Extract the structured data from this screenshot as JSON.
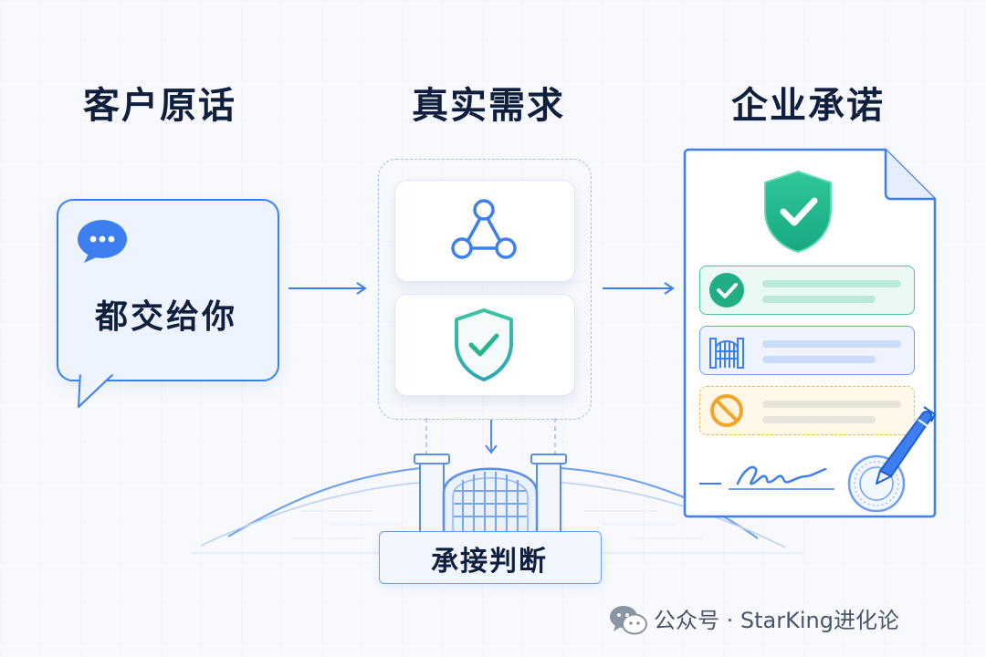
{
  "headers": {
    "customer_words": "客户原话",
    "real_need": "真实需求",
    "company_promise": "企业承诺"
  },
  "speech_bubble": {
    "text": "都交给你",
    "icon": "chat-bubble-icon"
  },
  "need_cards": [
    {
      "icon": "network-icon"
    },
    {
      "icon": "shield-check-icon"
    }
  ],
  "promise_document": {
    "header_icon": "shield-check-icon",
    "items": [
      {
        "icon": "check-circle-icon",
        "status": "included"
      },
      {
        "icon": "gate-icon",
        "status": "boundary"
      },
      {
        "icon": "prohibited-icon",
        "status": "excluded"
      }
    ],
    "signature_icon": "signature-icon",
    "seal_icon": "seal-icon",
    "pen_icon": "pen-icon"
  },
  "gate": {
    "label": "承接判断",
    "icon": "gate-icon"
  },
  "watermark": {
    "text": "公众号 · StarKing进化论",
    "icon": "wechat-icon"
  },
  "colors": {
    "title_text": "#0f1f3d",
    "accent_blue": "#3d7ff0",
    "accent_green": "#22b58a",
    "accent_orange": "#f0a52a",
    "background": "#f7f9fd"
  }
}
